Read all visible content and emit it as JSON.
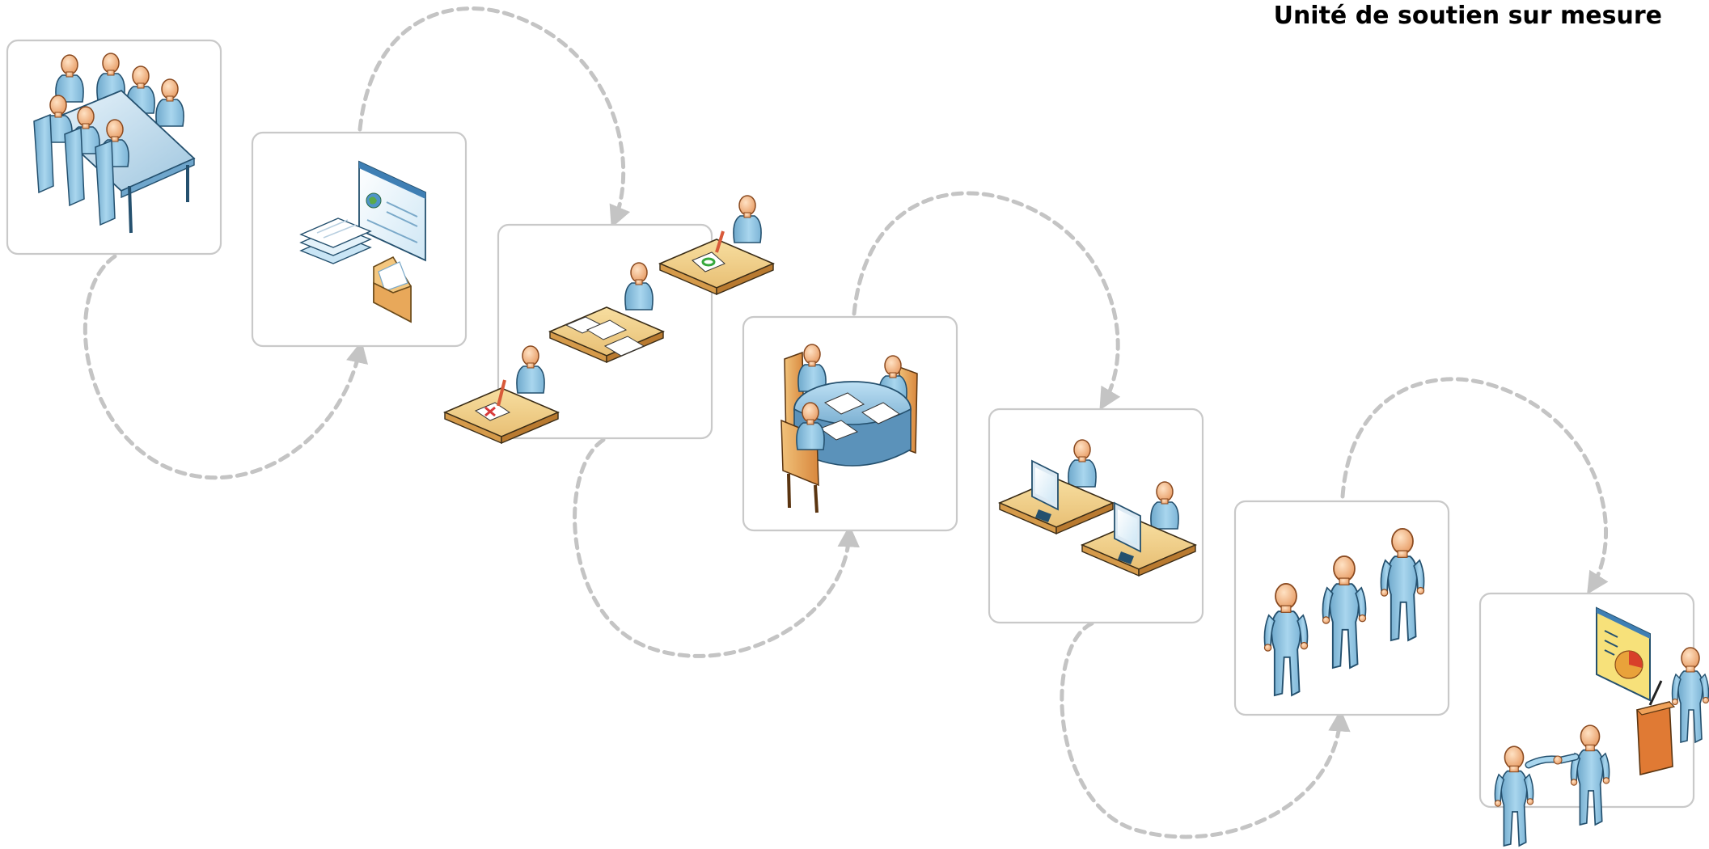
{
  "title": "Unité de soutien sur mesure",
  "diagram": {
    "kind": "process-flow",
    "connector_style": "dashed curved arrows",
    "connector_color": "#c4c4c4",
    "box_border_color": "#c9c9c9",
    "skin_color": "#f2b98b",
    "person_color": "#93c7e2",
    "steps": [
      {
        "id": "step-1",
        "icon": "group-meeting-at-table-icon"
      },
      {
        "id": "step-2",
        "icon": "documents-web-page-and-envelope-icon"
      },
      {
        "id": "step-3",
        "icon": "people-writing-at-desks-icon"
      },
      {
        "id": "step-4",
        "icon": "round-table-discussion-icon"
      },
      {
        "id": "step-5",
        "icon": "people-at-computer-desks-icon"
      },
      {
        "id": "step-6",
        "icon": "standing-people-icon"
      },
      {
        "id": "step-7",
        "icon": "presentation-and-handshake-icon"
      }
    ]
  }
}
